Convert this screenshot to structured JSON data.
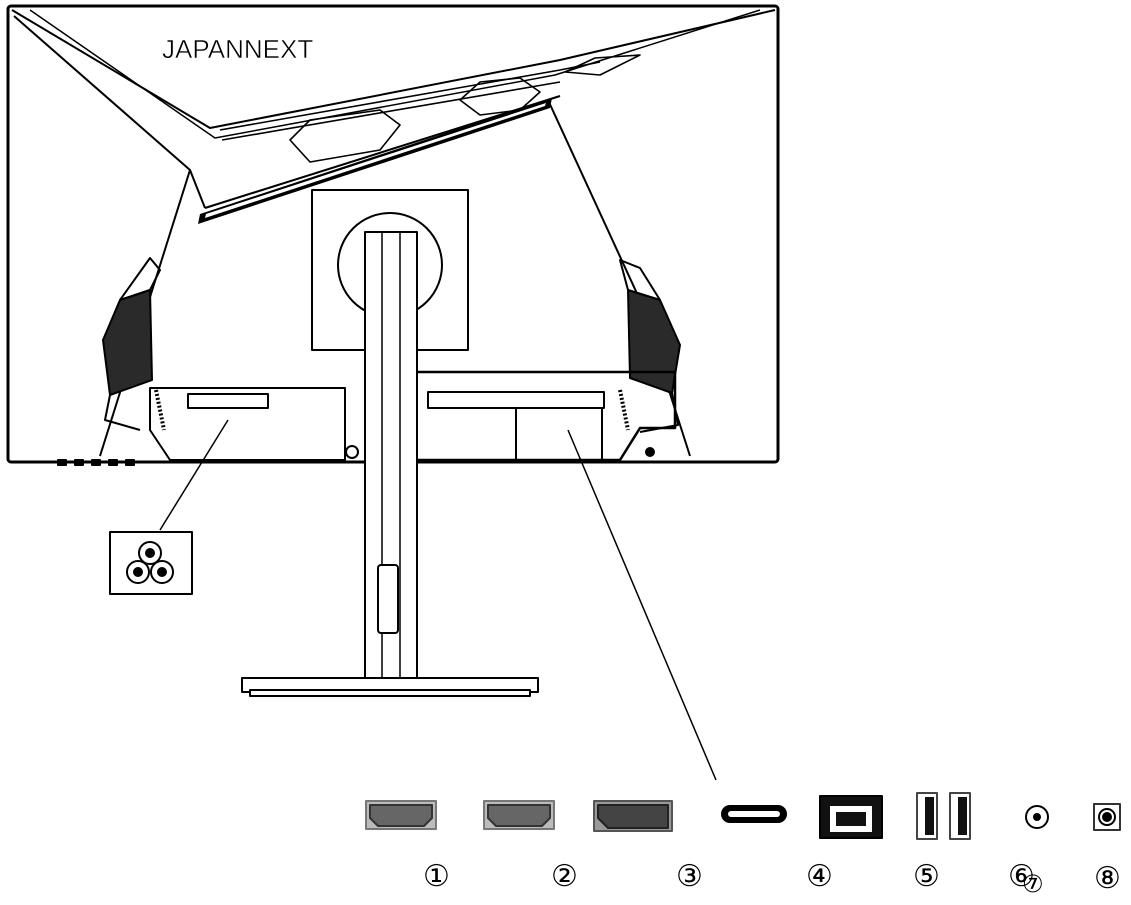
{
  "brand": "JAPANNEXT",
  "port_labels": {
    "p1": "①",
    "p2": "②",
    "p3": "③",
    "p4": "④",
    "p5": "⑤",
    "p6": "⑥",
    "p7": "⑦",
    "p8": "⑧"
  },
  "port_icons": {
    "p1": "hdmi-port-icon",
    "p2": "hdmi-port-icon",
    "p3": "displayport-port-icon",
    "p4": "usb-c-port-icon",
    "p5": "usb-b-port-icon",
    "p6": "usb-a-ports-icon",
    "p7": "audio-jack-icon",
    "p8": "dc-power-port-icon"
  },
  "power_connector_icon": "ac-power-inlet-icon"
}
